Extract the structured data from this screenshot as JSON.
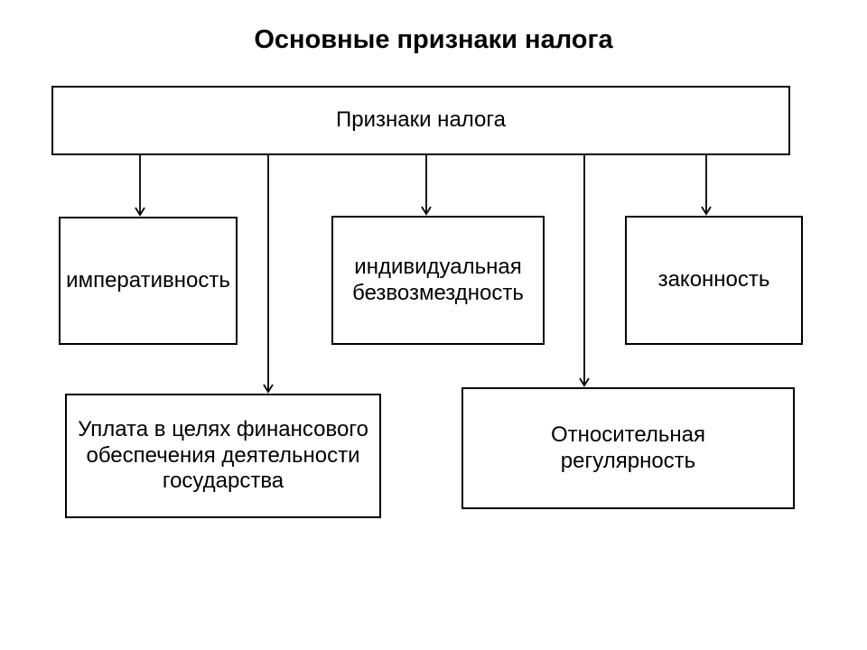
{
  "slide": {
    "title": "Основные признаки налога"
  },
  "diagram": {
    "root": {
      "label": "Признаки налога"
    },
    "nodes": [
      {
        "label": "императивность"
      },
      {
        "label": "индивидуальная\nбезвозмездность"
      },
      {
        "label": "законность"
      },
      {
        "label": "Уплата в целях финансового\nобеспечения деятельности\nгосударства"
      },
      {
        "label": "Относительная\nрегулярность"
      }
    ]
  },
  "colors": {
    "background": "#ffffff",
    "box_border": "#000000",
    "text": "#000000",
    "connector": "#000000"
  }
}
